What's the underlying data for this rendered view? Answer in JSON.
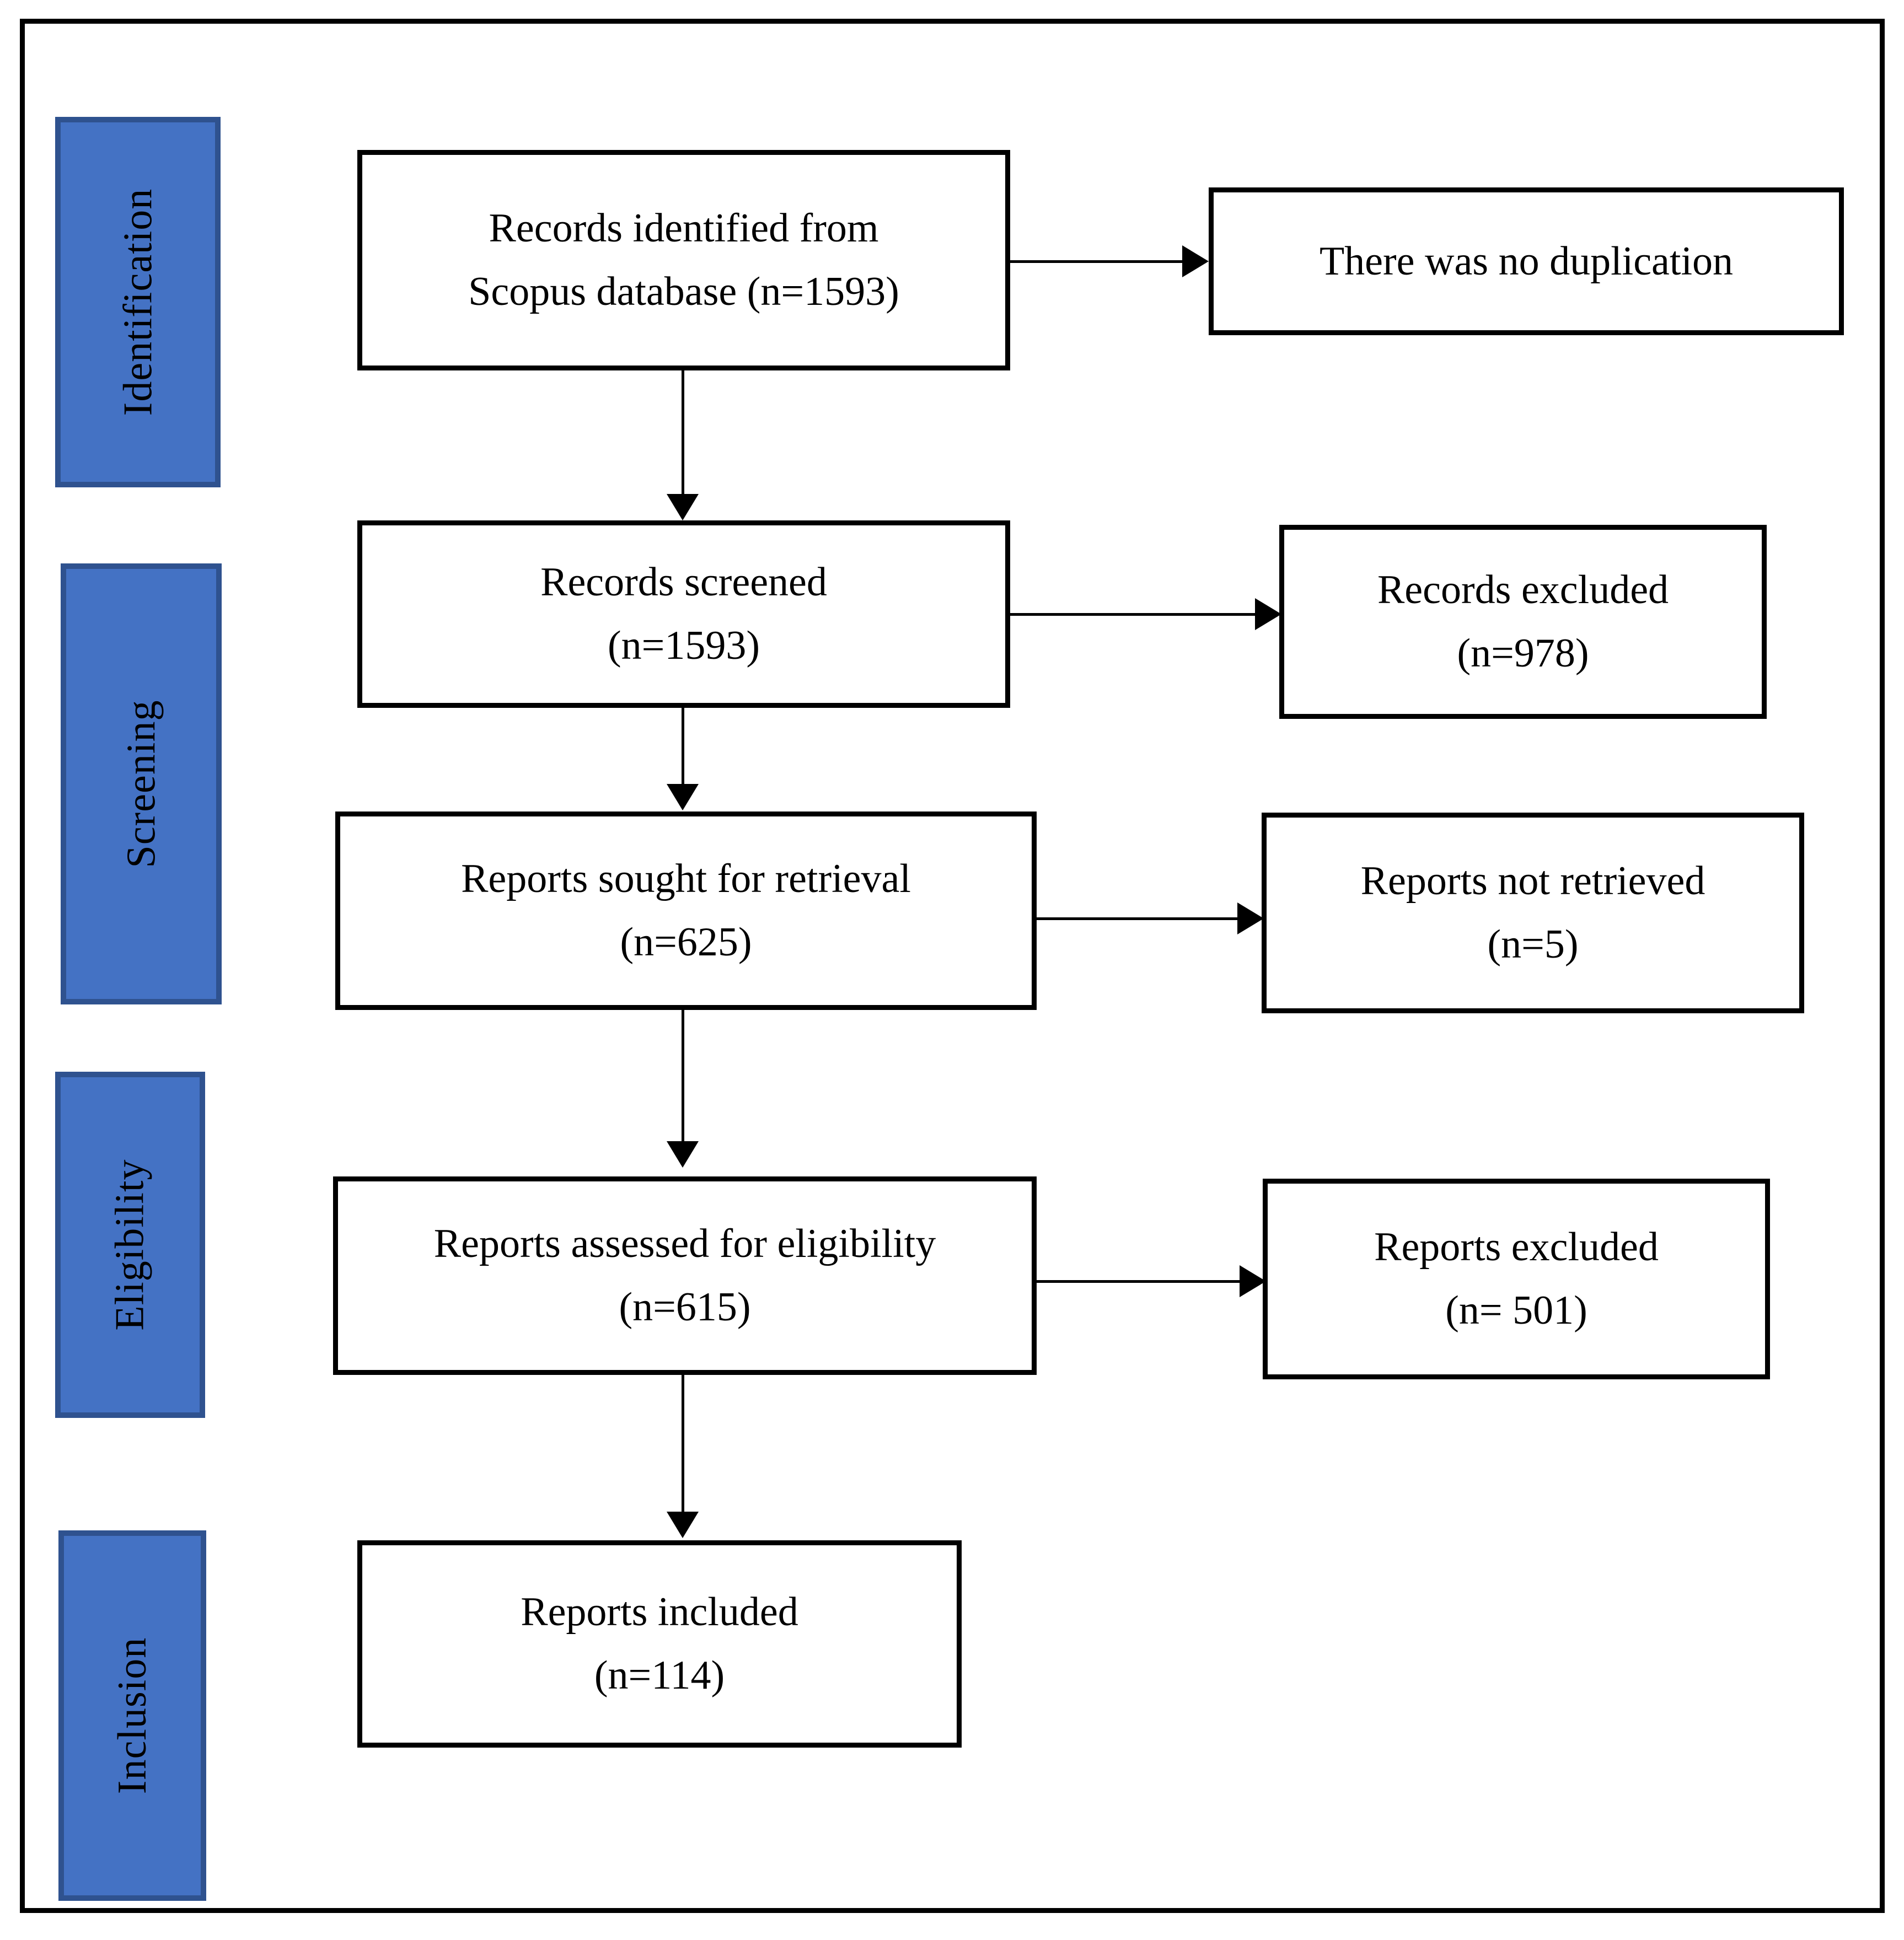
{
  "diagram": {
    "type": "prisma-flow-diagram",
    "stages": [
      {
        "id": "identification",
        "label": "Identification"
      },
      {
        "id": "screening",
        "label": "Screening"
      },
      {
        "id": "eligibility",
        "label": "Eligibility"
      },
      {
        "id": "inclusion",
        "label": "Inclusion"
      }
    ],
    "main_boxes": [
      {
        "id": "records-identified",
        "line1": "Records identified from",
        "line2": "Scopus database (n=1593)",
        "count": 1593
      },
      {
        "id": "records-screened",
        "line1": "Records screened",
        "line2": "(n=1593)",
        "count": 1593
      },
      {
        "id": "reports-sought",
        "line1": "Reports sought for retrieval",
        "line2": "(n=625)",
        "count": 625
      },
      {
        "id": "reports-assessed",
        "line1": "Reports assessed for eligibility",
        "line2": "(n=615)",
        "count": 615
      },
      {
        "id": "reports-included",
        "line1": "Reports included",
        "line2": "(n=114)",
        "count": 114
      }
    ],
    "side_boxes": [
      {
        "id": "no-duplication",
        "line1": "There was no duplication",
        "line2": "",
        "count": null
      },
      {
        "id": "records-excluded",
        "line1": "Records excluded",
        "line2": "(n=978)",
        "count": 978
      },
      {
        "id": "reports-not-retrieved",
        "line1": "Reports not retrieved",
        "line2": "(n=5)",
        "count": 5
      },
      {
        "id": "reports-excluded",
        "line1": "Reports excluded",
        "line2": "(n= 501)",
        "count": 501
      }
    ],
    "colors": {
      "stage_fill": "#4472C4",
      "stage_border": "#2F528F",
      "box_border": "#000000",
      "box_fill": "#FFFFFF",
      "connector": "#000000",
      "text": "#000000"
    }
  }
}
